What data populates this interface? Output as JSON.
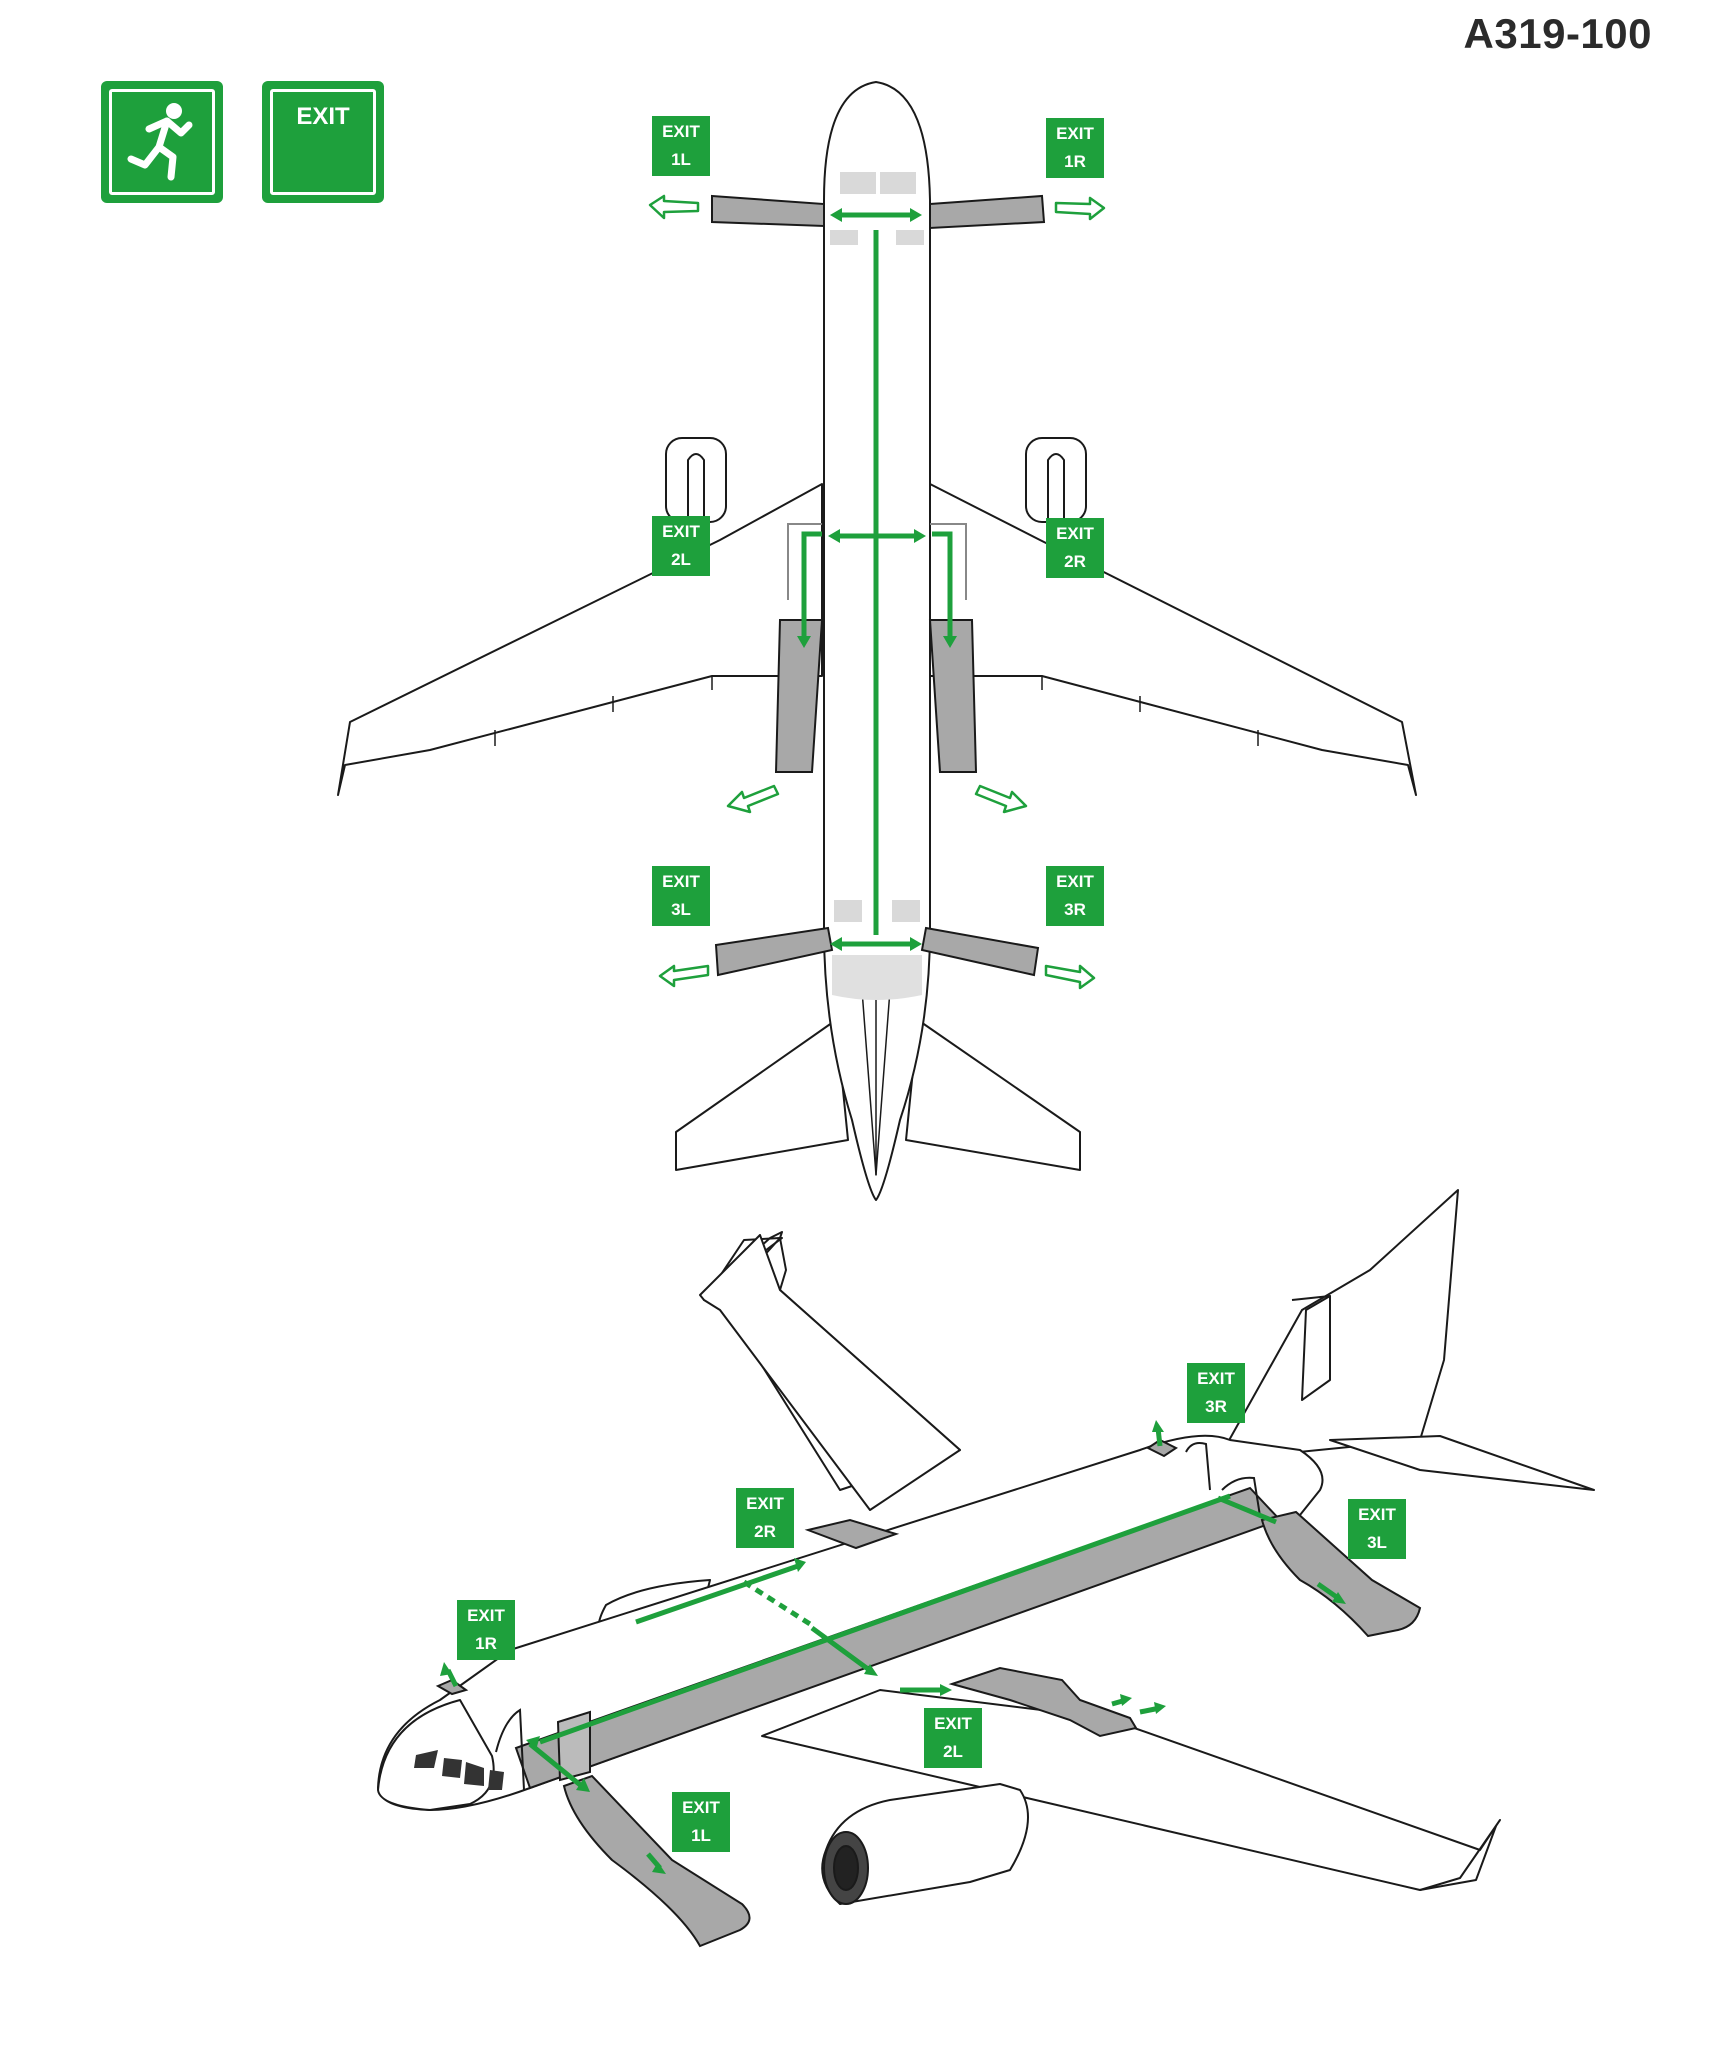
{
  "header": {
    "model": "A319-100"
  },
  "signs": {
    "exit_text": "EXIT"
  },
  "colors": {
    "exit_green": "#1ea03c",
    "slide_gray": "#a8a8a8",
    "line": "#1a1a1a"
  },
  "icons": {
    "running_man": "running-man-icon"
  },
  "top_view": {
    "exits": [
      {
        "word": "EXIT",
        "id": "1L"
      },
      {
        "word": "EXIT",
        "id": "1R"
      },
      {
        "word": "EXIT",
        "id": "2L"
      },
      {
        "word": "EXIT",
        "id": "2R"
      },
      {
        "word": "EXIT",
        "id": "3L"
      },
      {
        "word": "EXIT",
        "id": "3R"
      }
    ]
  },
  "perspective_view": {
    "exits": [
      {
        "word": "EXIT",
        "id": "3R"
      },
      {
        "word": "EXIT",
        "id": "2R"
      },
      {
        "word": "EXIT",
        "id": "3L"
      },
      {
        "word": "EXIT",
        "id": "1R"
      },
      {
        "word": "EXIT",
        "id": "2L"
      },
      {
        "word": "EXIT",
        "id": "1L"
      }
    ]
  }
}
